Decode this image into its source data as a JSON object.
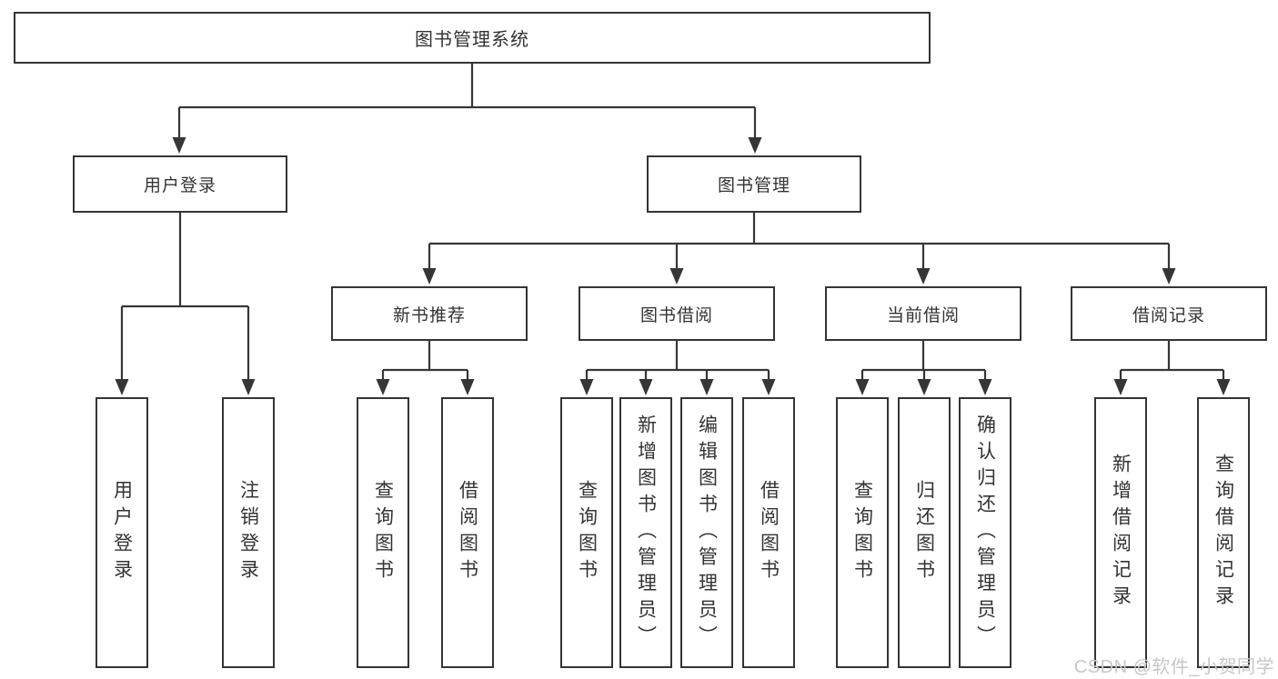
{
  "diagram": {
    "root": {
      "label": "图书管理系统"
    },
    "branches": [
      {
        "label": "用户登录",
        "children": [
          {
            "label": "用户登录"
          },
          {
            "label": "注销登录"
          }
        ]
      },
      {
        "label": "图书管理",
        "groups": [
          {
            "label": "新书推荐",
            "children": [
              {
                "label": "查询图书"
              },
              {
                "label": "借阅图书"
              }
            ]
          },
          {
            "label": "图书借阅",
            "children": [
              {
                "label": "查询图书"
              },
              {
                "label": "新增图书（管理员）"
              },
              {
                "label": "编辑图书（管理员）"
              },
              {
                "label": "借阅图书"
              }
            ]
          },
          {
            "label": "当前借阅",
            "children": [
              {
                "label": "查询图书"
              },
              {
                "label": "归还图书"
              },
              {
                "label": "确认归还（管理员）"
              }
            ]
          },
          {
            "label": "借阅记录",
            "children": [
              {
                "label": "新增借阅记录"
              },
              {
                "label": "查询借阅记录"
              }
            ]
          }
        ]
      }
    ]
  },
  "watermark": {
    "text": "CSDN @软件_小贺同学"
  },
  "colors": {
    "line": "#363636",
    "box_border": "#343434",
    "text": "#333333",
    "background": "#ffffff",
    "watermark": "#c7c7c7"
  }
}
